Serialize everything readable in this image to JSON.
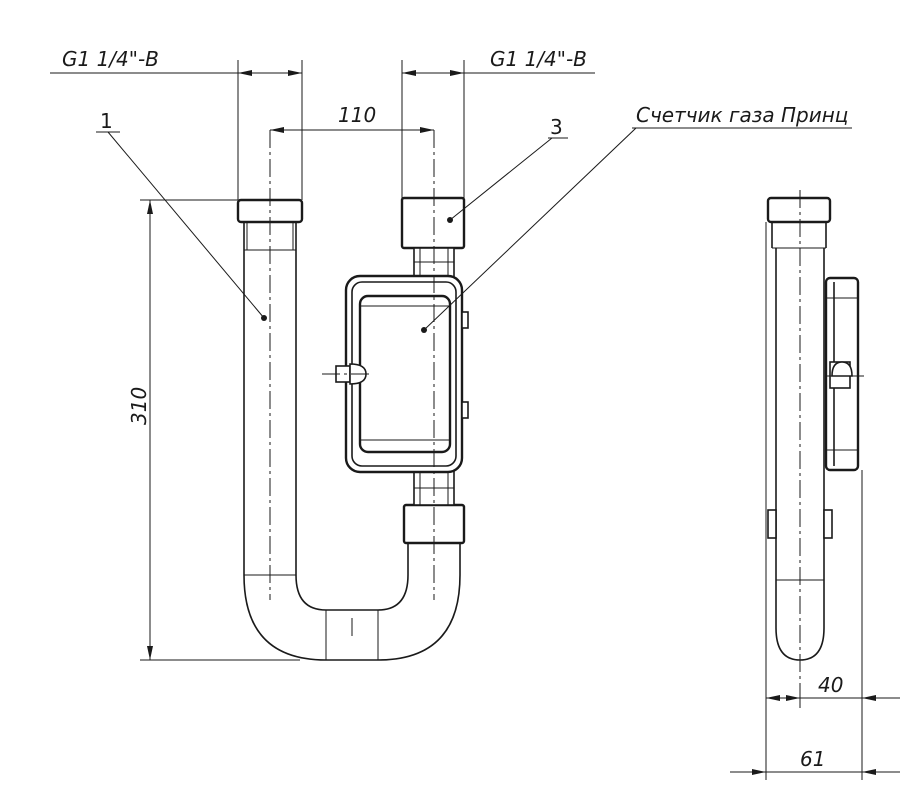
{
  "labels": {
    "thread_left": "G1 1/4\"-B",
    "thread_right": "G1 1/4\"-B",
    "dim_spacing": "110",
    "dim_height": "310",
    "dim_depth_40": "40",
    "dim_depth_61": "61",
    "callout_pipe": "1",
    "callout_nut": "3",
    "callout_meter": "Счетчик газа Принц"
  }
}
